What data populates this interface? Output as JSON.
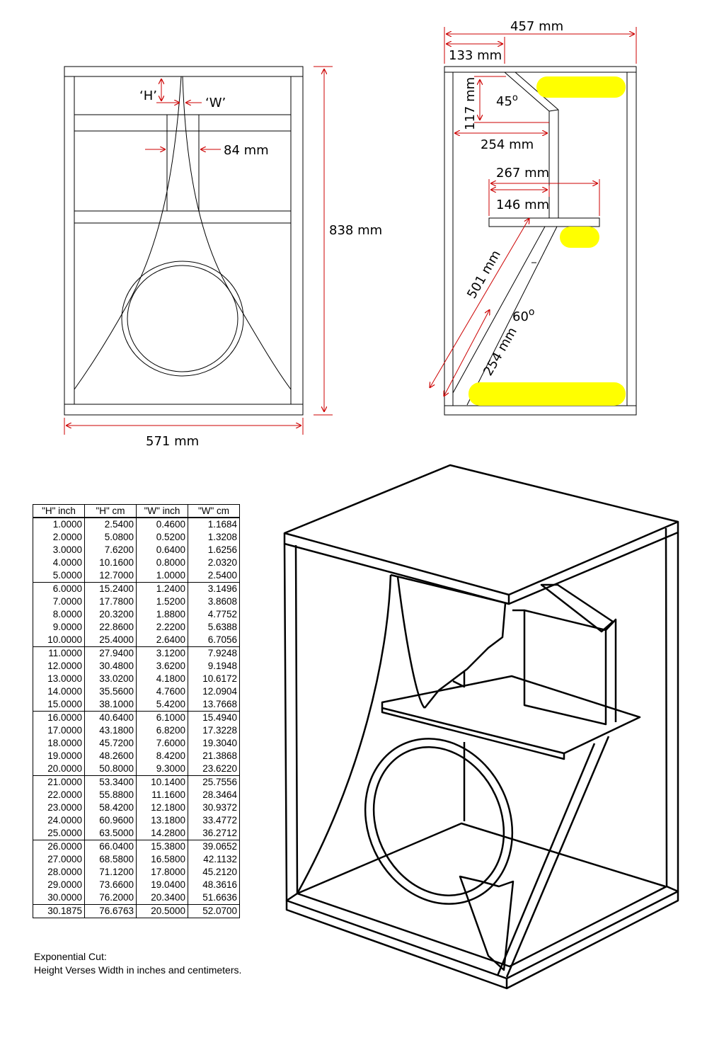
{
  "front_view": {
    "h_label": "‘H’",
    "w_label": "‘W’",
    "throat_width": "84 mm",
    "height": "838 mm",
    "width": "571 mm"
  },
  "side_view": {
    "depth": "457 mm",
    "top_offset": "133 mm",
    "angle_top": "45",
    "vertical_117": "117 mm",
    "horizontal_254": "254 mm",
    "length_267": "267 mm",
    "length_146": "146 mm",
    "diagonal_501": "501 mm",
    "angle_bottom": "60",
    "diagonal_254": "254 mm",
    "degree_mark": "o",
    "highlight_color": "#ffff00"
  },
  "table": {
    "headers": [
      "\"H\" inch",
      "\"H\" cm",
      "\"W\" inch",
      "\"W\" cm"
    ],
    "rows": [
      [
        "1.0000",
        "2.5400",
        "0.4600",
        "1.1684"
      ],
      [
        "2.0000",
        "5.0800",
        "0.5200",
        "1.3208"
      ],
      [
        "3.0000",
        "7.6200",
        "0.6400",
        "1.6256"
      ],
      [
        "4.0000",
        "10.1600",
        "0.8000",
        "2.0320"
      ],
      [
        "5.0000",
        "12.7000",
        "1.0000",
        "2.5400"
      ],
      [
        "6.0000",
        "15.2400",
        "1.2400",
        "3.1496"
      ],
      [
        "7.0000",
        "17.7800",
        "1.5200",
        "3.8608"
      ],
      [
        "8.0000",
        "20.3200",
        "1.8800",
        "4.7752"
      ],
      [
        "9.0000",
        "22.8600",
        "2.2200",
        "5.6388"
      ],
      [
        "10.0000",
        "25.4000",
        "2.6400",
        "6.7056"
      ],
      [
        "11.0000",
        "27.9400",
        "3.1200",
        "7.9248"
      ],
      [
        "12.0000",
        "30.4800",
        "3.6200",
        "9.1948"
      ],
      [
        "13.0000",
        "33.0200",
        "4.1800",
        "10.6172"
      ],
      [
        "14.0000",
        "35.5600",
        "4.7600",
        "12.0904"
      ],
      [
        "15.0000",
        "38.1000",
        "5.4200",
        "13.7668"
      ],
      [
        "16.0000",
        "40.6400",
        "6.1000",
        "15.4940"
      ],
      [
        "17.0000",
        "43.1800",
        "6.8200",
        "17.3228"
      ],
      [
        "18.0000",
        "45.7200",
        "7.6000",
        "19.3040"
      ],
      [
        "19.0000",
        "48.2600",
        "8.4200",
        "21.3868"
      ],
      [
        "20.0000",
        "50.8000",
        "9.3000",
        "23.6220"
      ],
      [
        "21.0000",
        "53.3400",
        "10.1400",
        "25.7556"
      ],
      [
        "22.0000",
        "55.8800",
        "11.1600",
        "28.3464"
      ],
      [
        "23.0000",
        "58.4200",
        "12.1800",
        "30.9372"
      ],
      [
        "24.0000",
        "60.9600",
        "13.1800",
        "33.4772"
      ],
      [
        "25.0000",
        "63.5000",
        "14.2800",
        "36.2712"
      ],
      [
        "26.0000",
        "66.0400",
        "15.3800",
        "39.0652"
      ],
      [
        "27.0000",
        "68.5800",
        "16.5800",
        "42.1132"
      ],
      [
        "28.0000",
        "71.1200",
        "17.8000",
        "45.2120"
      ],
      [
        "29.0000",
        "73.6600",
        "19.0400",
        "48.3616"
      ],
      [
        "30.0000",
        "76.2000",
        "20.3400",
        "51.6636"
      ],
      [
        "30.1875",
        "76.6763",
        "20.5000",
        "52.0700"
      ]
    ]
  },
  "caption": {
    "line1": "Exponential Cut:",
    "line2": "Height Verses Width in inches and centimeters."
  }
}
